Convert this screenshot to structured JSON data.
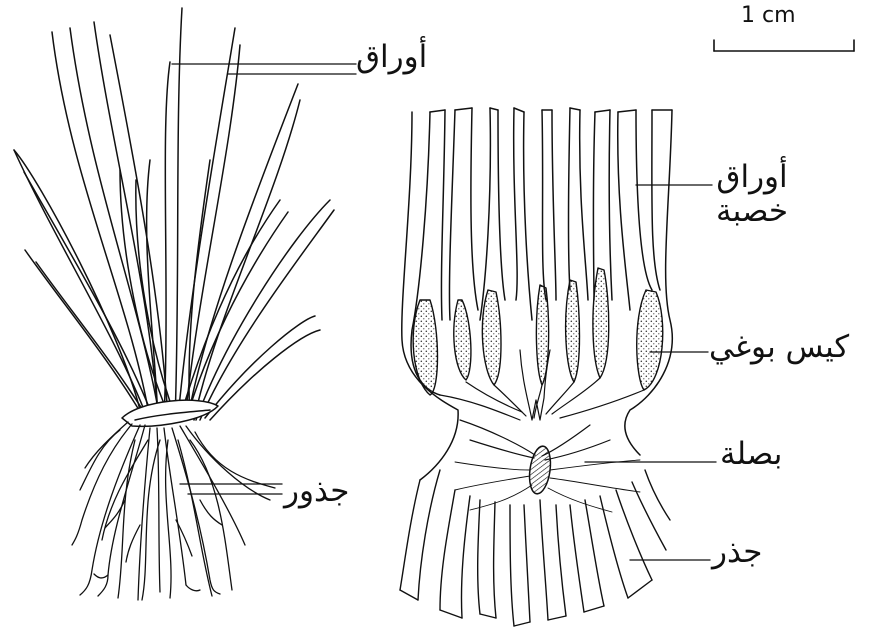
{
  "scale_bar": {
    "label": "1 cm"
  },
  "labels": {
    "leaves_left": "أوراق",
    "roots_left": "جذور",
    "fertile_leaves_line1": "أوراق",
    "fertile_leaves_line2": "خصبة",
    "sporangium": "كيس بوغي",
    "bulb": "بصلة",
    "root_right": "جذر"
  }
}
